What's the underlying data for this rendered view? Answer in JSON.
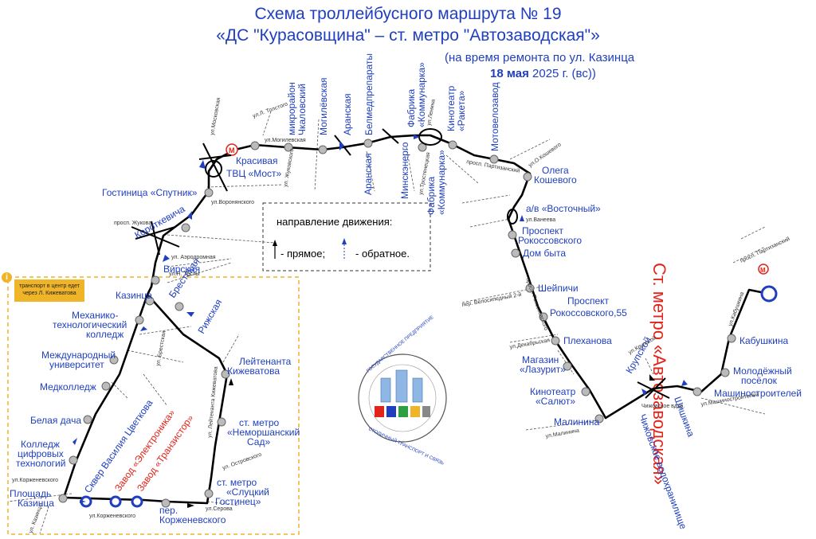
{
  "title_line1": "Схема троллейбусного маршрута № 19",
  "title_line2": "«ДС \"Курасовщина\" – ст. метро \"Автозаводская\"»",
  "note_line1": "(на время ремонта по ул. Казинца",
  "note_date": "18 мая",
  "note_line2_rest": " 2025 г. (вс))",
  "destination_vertical": "Ст. метро «Автозаводская»",
  "legend": {
    "title": "направление движения:",
    "forward": "- прямое;",
    "reverse": "- обратное."
  },
  "detour_note": "транспорт в центр едет через Л. Кижеватова",
  "logo": {
    "top_text": "ГОСУДАРСТВЕННОЕ ПРЕДПРИЯТИЕ",
    "bottom_text": "СТОЛИЧНЫЙ ТРАНСПОРТ И СВЯЗЬ"
  },
  "stops": {
    "krasivaya": "Красивая",
    "tvc_most": "ТВЦ «Мост»",
    "gostinica": "Гостиница «Спутник»",
    "korotkevicha": "Короткевича",
    "virskaya": "Вирская",
    "kazinca": "Казинца",
    "brestskaya": "Брестская",
    "mehtech": "Механико-технологический колледж",
    "mezhdunar": "Международный университет",
    "medkolledzh": "Медколледж",
    "belaya": "Белая дача",
    "kollezh_cifr": "Колледж цифровых технологий",
    "ploshchad": "Площадь Казинца",
    "skver": "Сквер Василия Цветкова",
    "zavod_el": "Завод «Электроника»",
    "zavod_tr": "Завод «Транзистор»",
    "rizhskaya": "Рижская",
    "leytenant": "Лейтенанта Кижеватова",
    "nemorshan": "ст. метро «Неморшанский Сад»",
    "sluckiy": "ст. метро «Слуцкий Гостинец»",
    "korzh": "пер. Корженевского",
    "mikrorayon": "микрорайон Чкаловский",
    "mogilev": "Могилёвская",
    "aranskaya_top": "Аранская",
    "aranskaya_bot": "Аранская",
    "belmed": "Белмедпрепараты",
    "minskenergo": "Минскэнерго",
    "kommunarka_top": "Фабрика «Коммунарка»",
    "kommunarka_bot": "Фабрика «Коммунарка»",
    "raketa": "Кинотеатр «Ракета»",
    "motovelo": "Мотовелозавод",
    "oleg": "Олега Кошевого",
    "vostochny": "а/в «Восточный»",
    "prosp_rok": "Проспект Рокоссовского",
    "dom_byta": "Дом быта",
    "sheypichi": "Шейпичи",
    "prosp_rok55": "Проспект Рокоссовского,55",
    "plehanova": "Плеханова",
    "lazurit": "Магазин «Лазурит»",
    "salut": "Кинотеатр «Салют»",
    "malinina": "Малинина",
    "krupskoy": "Крупской",
    "shishkina": "Шишкина",
    "chizh": "Чижовское водохранилище",
    "molod": "Молодёжный посёлок",
    "mashinostr": "Машиностроителей",
    "kabushkina": "Кабушкина"
  },
  "streets": {
    "l_tolstogo": "ул.Л. Толстого",
    "moskovskaya": "ул.Московская",
    "zhukovskogo": "ул. Жуковского",
    "mogilevskaya": "ул.Могилевская",
    "voronyanskogo": "ул.Воронянского",
    "zhukova": "просп. Жукова",
    "aerodromnaya": "ул. Аэродромная",
    "tesly": "ул.Н. Теслы",
    "brestskaya": "ул. Брестская",
    "korzh_st": "ул.Корженевского",
    "kazinca_st": "ул. Казинца",
    "serova": "ул.Серова",
    "leytenanta_st": "ул. Лейтенанта Кижеватова",
    "ostrovskogo": "ул. Островского",
    "lenina": "ул.Ленина",
    "trostenec": "ул.Тростенецкая",
    "partizanskiy": "просп. Партизанский",
    "o_kosh": "ул.О.Кошевого",
    "vaneeva": "ул.Ванеева",
    "velosiped": "пер. Велосипедный 2-й",
    "rokossov": "просп. Рокоссовского",
    "dekabrsk": "ул.Декабрьская",
    "malinina_st": "ул.Малинина",
    "mashinostr_st": "ул.Машиностроителей",
    "kabushkina_st": "ул.Кабушкина",
    "partizanskiy2": "просп. Партизанский",
    "krupskoy_st": "ул.Крупской",
    "chizh_vdhr": "Чижовское вдхр."
  }
}
